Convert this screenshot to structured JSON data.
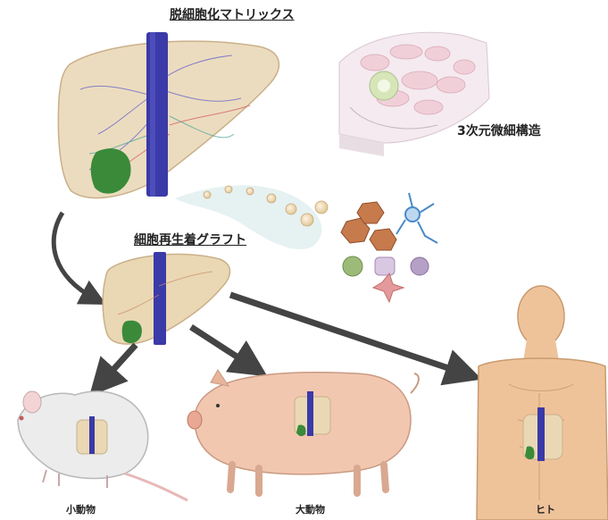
{
  "labels": {
    "decell_matrix": "脱細胞化マトリックス",
    "micro_structure": "3次元微細構造",
    "recell_graft": "細胞再生着グラフト",
    "small_animal": "小動物",
    "large_animal": "大動物",
    "human": "ヒト"
  },
  "colors": {
    "liver": "#e9d8b8",
    "vessel_blue": "#3a3aa8",
    "gallbladder": "#3a8a3a",
    "arrow": "#444444",
    "skin": "#efc39a",
    "pig": "#f1c7b0",
    "rat": "#ececec"
  }
}
